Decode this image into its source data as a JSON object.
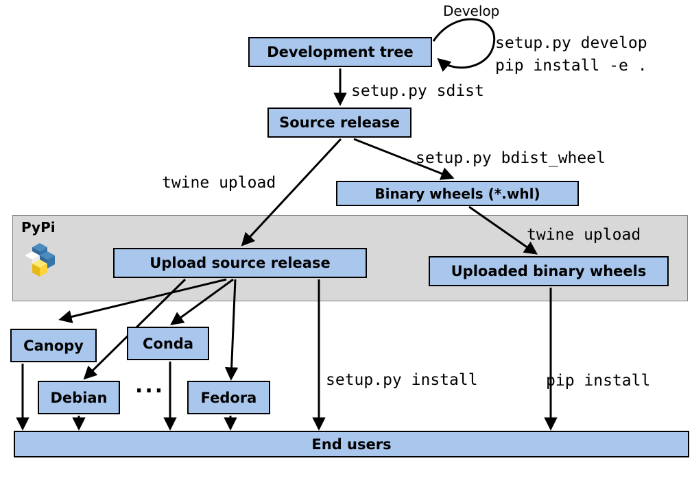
{
  "nodes": {
    "development_tree": "Development tree",
    "source_release": "Source release",
    "binary_wheels": "Binary wheels (*.whl)",
    "upload_source_release": "Upload source release",
    "uploaded_binary_wheels": "Uploaded binary wheels",
    "canopy": "Canopy",
    "conda": "Conda",
    "debian": "Debian",
    "fedora": "Fedora",
    "end_users": "End users"
  },
  "edge_labels": {
    "develop": "Develop",
    "setup_py_develop": "setup.py develop",
    "pip_install_editable": "pip install -e .",
    "setup_py_sdist": "setup.py sdist",
    "setup_py_bdist_wheel": "setup.py bdist_wheel",
    "twine_upload_source": "twine upload",
    "twine_upload_wheels": "twine upload",
    "setup_py_install": "setup.py install",
    "pip_install": "pip install",
    "ellipsis": "..."
  },
  "pypi_band": {
    "label": "PyPi",
    "logo": "pypi-cubes-logo"
  },
  "colors": {
    "node_fill": "#a9c6ec",
    "node_border": "#000000",
    "band_fill": "#d8d8d8",
    "arrow": "#000000",
    "pypi_blue": "#3775a9",
    "pypi_light_blue": "#4b8bbe",
    "pypi_yellow": "#ffd43b"
  }
}
